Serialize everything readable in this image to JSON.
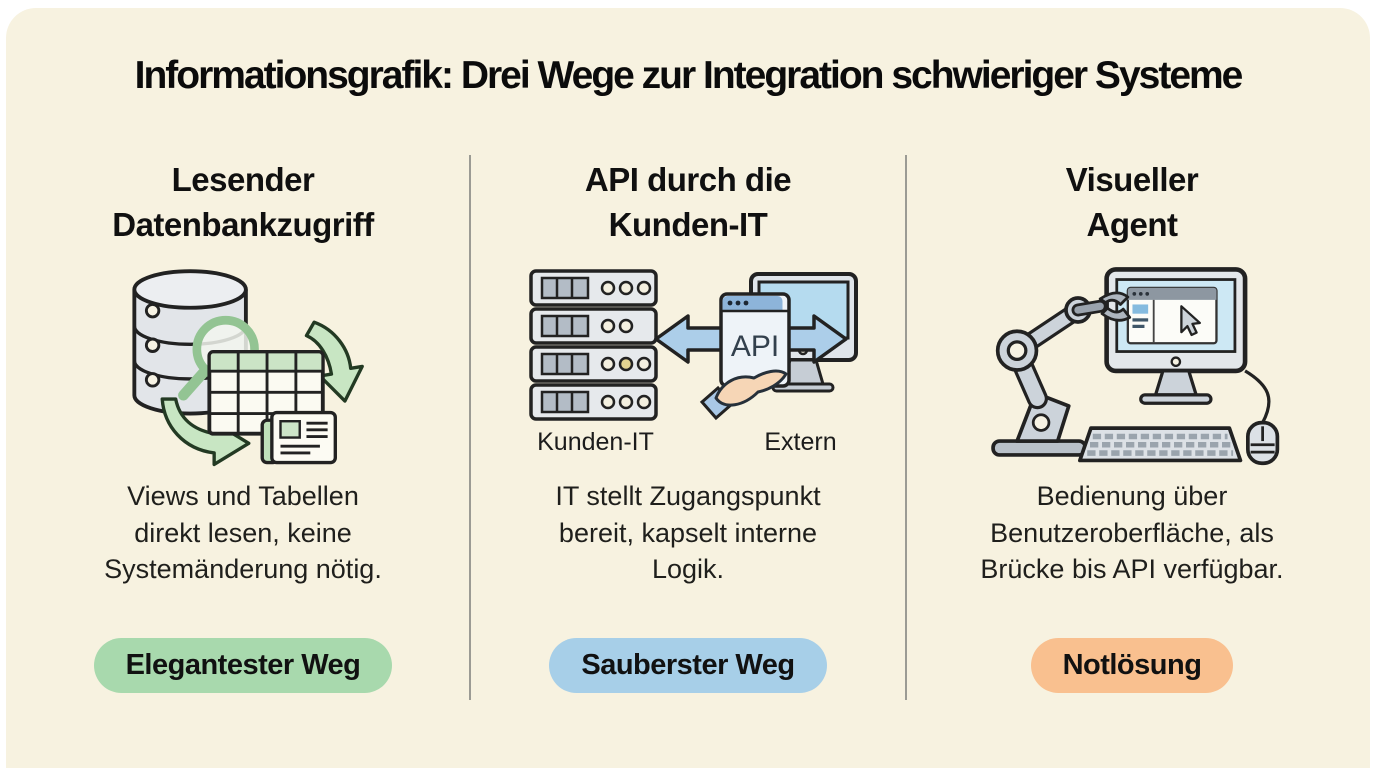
{
  "canvas": {
    "background": "#ffffff",
    "panel_color": "#f7f2e0",
    "divider_color": "#9b9b94"
  },
  "title": "Informationsgrafik: Drei Wege zur Integration schwieriger Systeme",
  "columns": [
    {
      "heading_lines": [
        "Lesender",
        "Datenbankzugriff"
      ],
      "icon": "database-read-access",
      "description_lines": [
        "Views und Tabellen",
        "direkt lesen, keine",
        "Systemänderung nötig."
      ],
      "badge": {
        "label": "Elegantester Weg",
        "background": "#a8d9ad"
      }
    },
    {
      "heading_lines": [
        "API durch die",
        "Kunden-IT"
      ],
      "icon": "api-via-customer-it",
      "api_label": "API",
      "icon_labels": {
        "left": "Kunden-IT",
        "right": "Extern"
      },
      "description_lines": [
        "IT stellt Zugangspunkt",
        "bereit, kapselt interne",
        "Logik."
      ],
      "badge": {
        "label": "Sauberster Weg",
        "background": "#a7cfe8"
      }
    },
    {
      "heading_lines": [
        "Visueller",
        "Agent"
      ],
      "icon": "visual-agent",
      "description_lines": [
        "Bedienung über",
        "Benutzeroberfläche, als",
        "Brücke bis API verfügbar."
      ],
      "badge": {
        "label": "Notlösung",
        "background": "#f9c08f"
      }
    }
  ]
}
